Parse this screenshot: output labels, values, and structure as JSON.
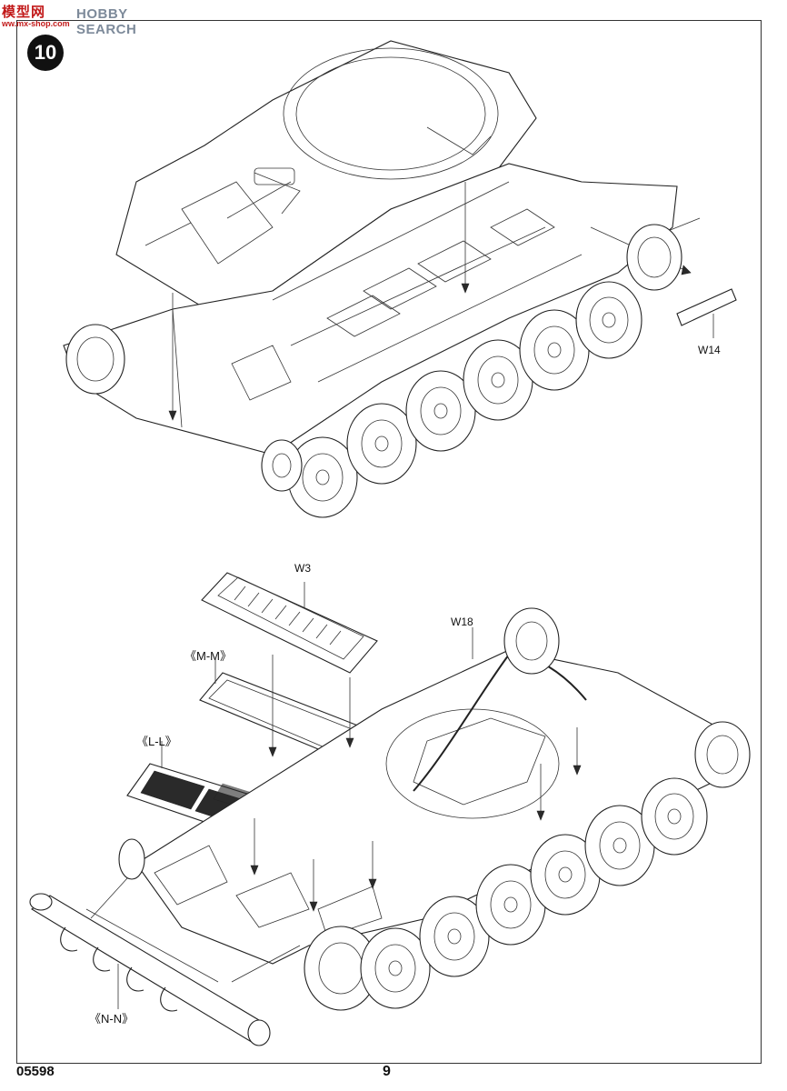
{
  "watermark": {
    "logo": "模型网",
    "brand": "HOBBY SEARCH",
    "url": "ww.mx-shop.com"
  },
  "step_number": "10",
  "parts": {
    "w14": "W14",
    "w3": "W3",
    "w18": "W18",
    "mm": "《M-M》",
    "ll": "《L-L》",
    "nn": "《N-N》"
  },
  "footer": {
    "kit_code": "05598",
    "page_number": "9"
  }
}
